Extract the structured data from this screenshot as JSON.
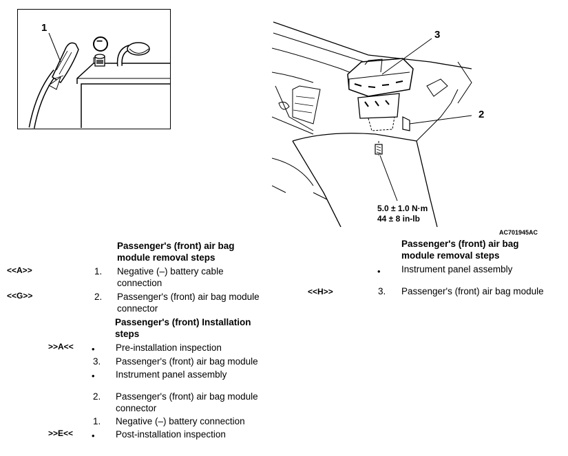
{
  "figure": {
    "callout_1": "1",
    "callout_2": "2",
    "callout_3": "3",
    "negative_terminal_symbol": "−",
    "torque_line1": "5.0 ± 1.0 N·m",
    "torque_line2": "44 ± 8 in-lb",
    "figure_id": "AC701945",
    "figure_id_suffix": "AC"
  },
  "removal_left": {
    "heading": "Passenger's (front) air bag module removal steps",
    "steps": [
      {
        "ref": "<<A>>",
        "num": "1.",
        "text": "Negative (–) battery cable connection"
      },
      {
        "ref": "<<G>>",
        "num": "2.",
        "text": "Passenger's (front) air bag module connector"
      }
    ]
  },
  "installation": {
    "heading": "Passenger's (front) Installation steps",
    "steps": [
      {
        "ref": ">>A<<",
        "num": "•",
        "text": "Pre-installation inspection"
      },
      {
        "ref": "",
        "num": "3.",
        "text": "Passenger's (front) air bag module"
      },
      {
        "ref": "",
        "num": "•",
        "text": "Instrument panel assembly"
      },
      {
        "ref": "",
        "num": "2.",
        "text": "Passenger's (front) air bag module connector"
      },
      {
        "ref": "",
        "num": "1.",
        "text": "Negative (–) battery connection"
      },
      {
        "ref": ">>E<<",
        "num": "•",
        "text": "Post-installation inspection"
      }
    ]
  },
  "removal_right": {
    "heading": "Passenger's (front) air bag module removal steps",
    "steps": [
      {
        "ref": "",
        "num": "•",
        "text": "Instrument panel assembly"
      },
      {
        "ref": "<<H>>",
        "num": "3.",
        "text": "Passenger's (front) air bag module"
      }
    ]
  }
}
